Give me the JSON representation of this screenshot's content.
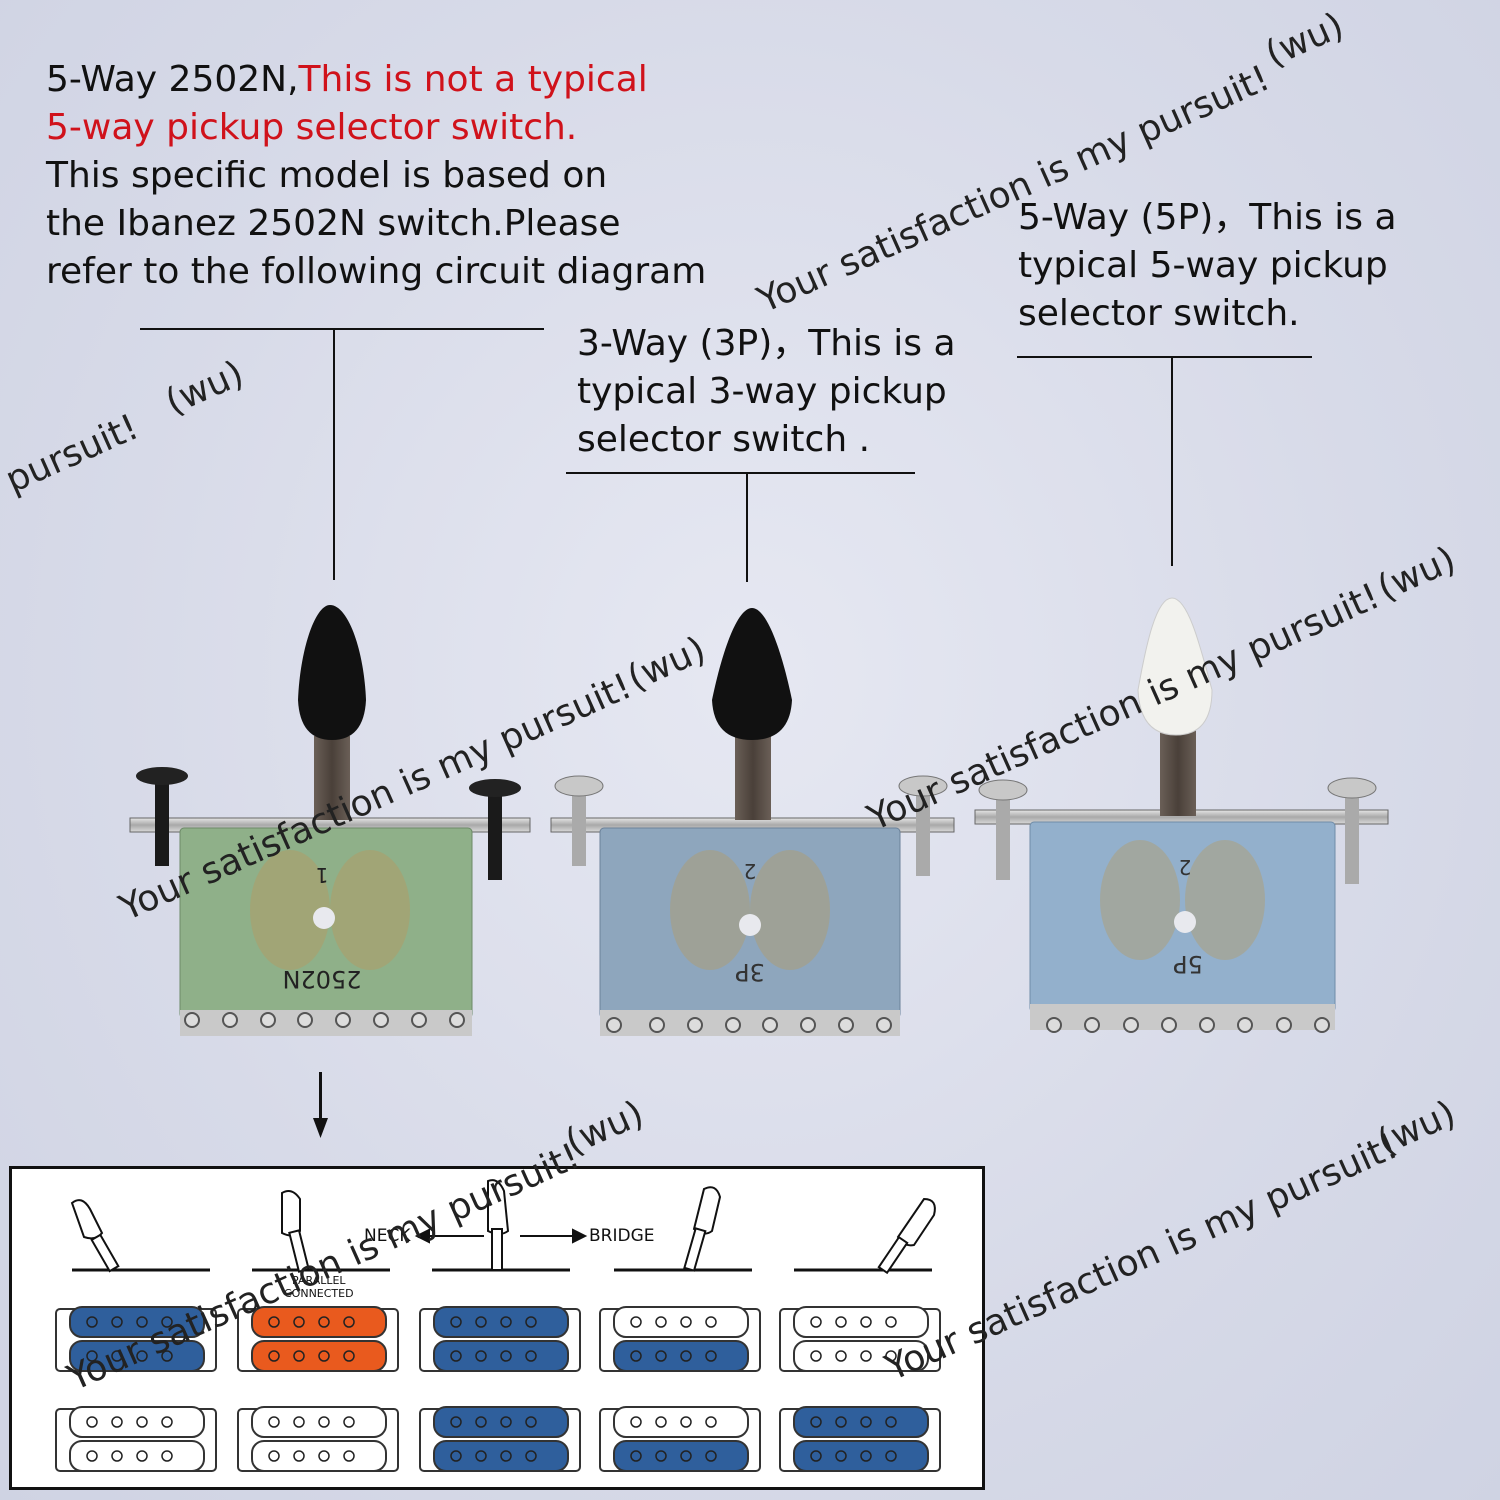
{
  "left_note": {
    "line1_black": "5-Way 2502N,",
    "line1_red": "This is not a typical",
    "line2_red": "5-way pickup selector switch.",
    "line3": "This specific model is based on",
    "line4": "the Ibanez 2502N switch.Please",
    "line5": "refer to the following circuit diagram"
  },
  "middle_note": {
    "line1": "3-Way (3P)，This is a",
    "line2": "typical 3-way pickup",
    "line3": "selector switch ."
  },
  "right_note": {
    "line1": "5-Way (5P)，This is a",
    "line2": "typical 5-way pickup",
    "line3": "selector switch."
  },
  "switches": [
    {
      "top_mark": "1",
      "bottom_mark": "2502N",
      "board_color": "#8fb089",
      "tip_color": "#111111"
    },
    {
      "top_mark": "2",
      "bottom_mark": "3P",
      "board_color": "#8ea6bd",
      "tip_color": "#111111"
    },
    {
      "top_mark": "2",
      "bottom_mark": "5P",
      "board_color": "#93b0cc",
      "tip_color": "#f2f2ee"
    }
  ],
  "watermark": {
    "text": "Your satisfaction is my pursuit!",
    "short": "pursuit!",
    "tag": "(wu)"
  },
  "diagram": {
    "neck_label": "NECK",
    "bridge_label": "BRIDGE",
    "parallel_label_1": "PARALLEL",
    "parallel_label_2": "CONNECTED",
    "colors": {
      "blue": "#2f5f9c",
      "orange": "#e95a1e",
      "white": "#ffffff"
    }
  }
}
